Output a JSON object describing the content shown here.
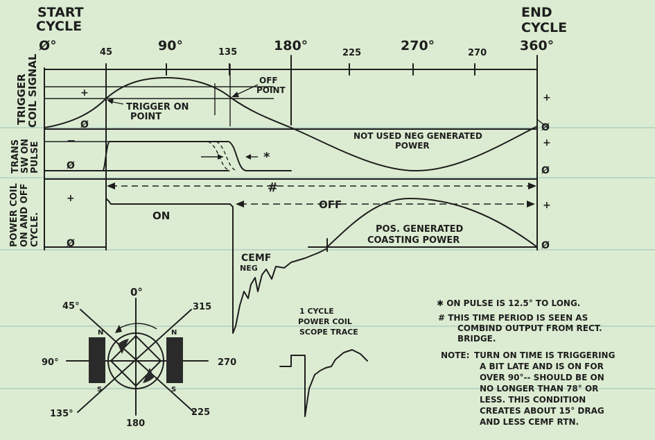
{
  "header": {
    "start_label": "START",
    "start_label2": "CYCLE",
    "end_label": "END",
    "end_label2": "CYCLE"
  },
  "angles": [
    "Ø°",
    "45",
    "90°",
    "135",
    "180°",
    "225",
    "270°",
    "270",
    "360°"
  ],
  "rows": {
    "trigger": [
      "TRIGGER",
      "COIL SIGNAL"
    ],
    "trans": [
      "TRANS",
      "SW ON",
      "PULSE"
    ],
    "power": [
      "POWER COIL",
      "ON AND OFF",
      "CYCLE."
    ]
  },
  "signs": {
    "plus": "+",
    "zero": "Ø",
    "minus": "−"
  },
  "labels": {
    "trigger_on": [
      "TRIGGER ON",
      "POINT"
    ],
    "off_point": [
      "OFF",
      "POINT"
    ],
    "not_used": [
      "NOT USED NEG GENERATED",
      "POWER"
    ],
    "star": "*",
    "hash": "#",
    "on": "ON",
    "off": "OFF",
    "pos_generated": [
      "POS. GENERATED",
      "COASTING POWER"
    ],
    "cemf": [
      "CEMF",
      "NEG"
    ]
  },
  "rotor": {
    "angles": {
      "a0": "0°",
      "a45": "45°",
      "a90": "90°",
      "a135": "135°",
      "a180": "180",
      "a225": "225",
      "a270": "270",
      "a315": "315"
    },
    "n": "N",
    "s": "S"
  },
  "scope": [
    "1 CYCLE",
    "POWER COIL",
    "SCOPE TRACE"
  ],
  "notes": {
    "star_note": "✱ ON PULSE IS 12.5° TO LONG.",
    "hash_note": [
      "# THIS TIME PERIOD IS SEEN AS",
      "COMBIND OUTPUT FROM RECT.",
      "BRIDGE."
    ],
    "note_label": "NOTE:",
    "note_lines": [
      "TURN ON TIME IS TRIGGERING",
      "A BIT LATE AND IS ON FOR",
      "OVER 90°-- SHOULD BE ON",
      "NO LONGER THAN 78° OR",
      "LESS.  THIS CONDITION",
      "CREATES ABOUT 15° DRAG",
      "AND LESS CEMF RTN."
    ]
  },
  "colors": {
    "paper": "#dcecd2",
    "ink": "#1d1d1d",
    "grid": "#9cc0b6"
  }
}
